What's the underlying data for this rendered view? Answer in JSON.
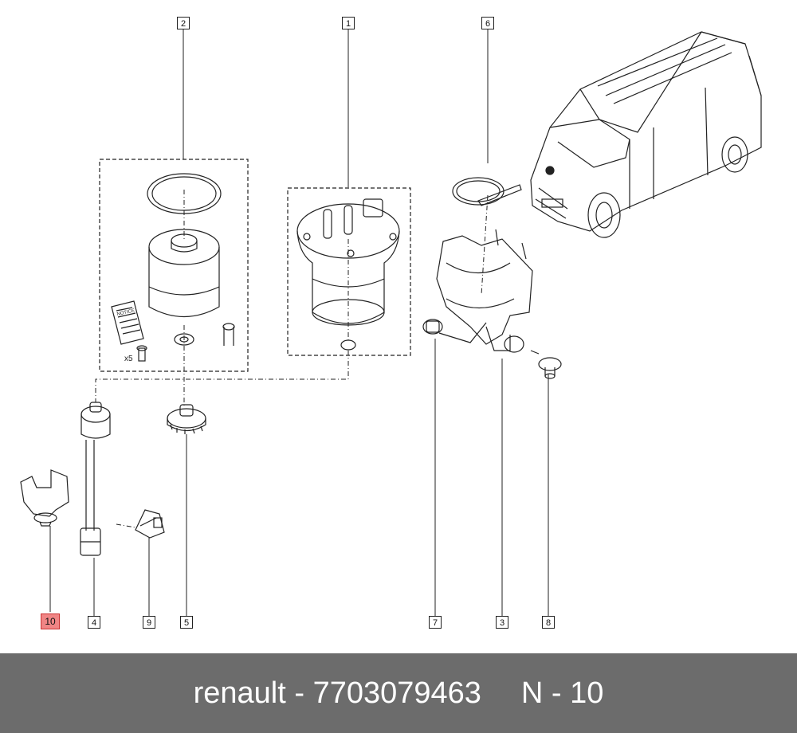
{
  "callouts": {
    "c1": "1",
    "c2": "2",
    "c3": "3",
    "c4": "4",
    "c5": "5",
    "c6": "6",
    "c7": "7",
    "c8": "8",
    "c9": "9",
    "c10": "10"
  },
  "kit_labels": {
    "notice": "NOTICE",
    "qty": "x5"
  },
  "footer": {
    "brand_part": "renault - 7703079463",
    "page_ref": "N - 10"
  },
  "colors": {
    "footer_bg": "#6c6c6c",
    "highlight": "#f08585"
  }
}
